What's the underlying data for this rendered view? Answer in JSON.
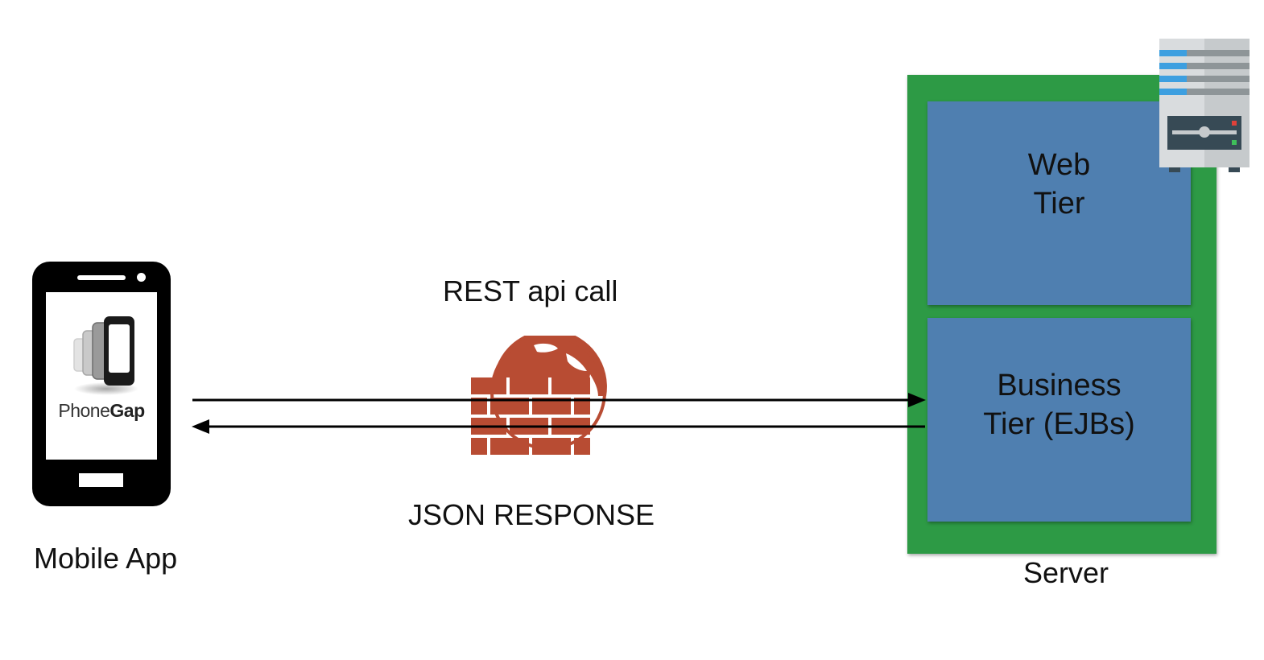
{
  "mobile": {
    "label": "Mobile App",
    "logo_text_regular": "Phone",
    "logo_text_bold": "Gap"
  },
  "connection": {
    "request_label": "REST api call",
    "response_label": "JSON RESPONSE"
  },
  "server": {
    "label": "Server",
    "web_tier": {
      "line1": "Web",
      "line2": "Tier"
    },
    "business_tier": {
      "line1": "Business",
      "line2": "Tier (EJBs)"
    }
  },
  "colors": {
    "server_box": "#2d9a45",
    "tier_box": "#4f7fb0",
    "firewall": "#b84c33",
    "arrow": "#000000"
  },
  "icons": {
    "firewall": "firewall-icon",
    "server": "server-rack-icon",
    "phone": "smartphone-icon",
    "phonegap": "phonegap-logo-icon"
  }
}
